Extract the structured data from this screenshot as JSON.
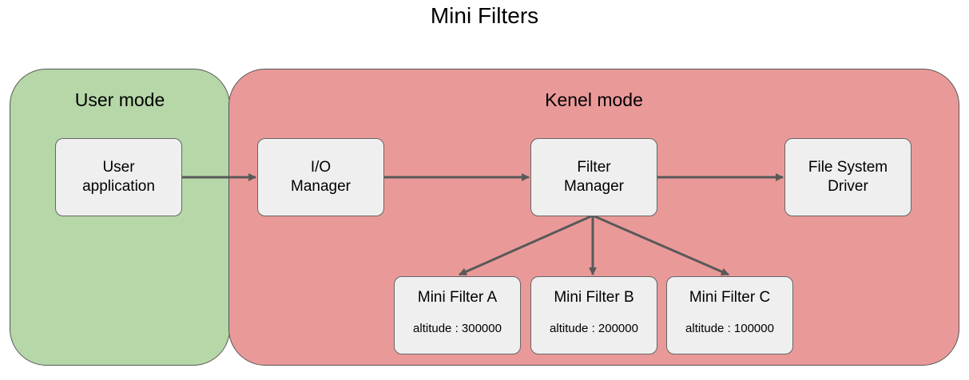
{
  "title": "Mini Filters",
  "zones": {
    "user": {
      "label": "User mode",
      "color": "#b6d7a8"
    },
    "kernel": {
      "label": "Kenel mode",
      "color": "#ea9999"
    }
  },
  "nodes": {
    "user_app": {
      "line1": "User",
      "line2": "application"
    },
    "io_manager": {
      "line1": "I/O",
      "line2": "Manager"
    },
    "filter_manager": {
      "line1": "Filter",
      "line2": "Manager"
    },
    "fs_driver": {
      "line1": "File System",
      "line2": "Driver"
    },
    "mini_a": {
      "name": "Mini Filter A",
      "altitude": "altitude : 300000"
    },
    "mini_b": {
      "name": "Mini Filter B",
      "altitude": "altitude : 200000"
    },
    "mini_c": {
      "name": "Mini Filter C",
      "altitude": "altitude : 100000"
    }
  },
  "edges": [
    {
      "from": "user_app",
      "to": "io_manager"
    },
    {
      "from": "io_manager",
      "to": "filter_manager"
    },
    {
      "from": "filter_manager",
      "to": "fs_driver"
    },
    {
      "from": "filter_manager",
      "to": "mini_a"
    },
    {
      "from": "filter_manager",
      "to": "mini_b"
    },
    {
      "from": "filter_manager",
      "to": "mini_c"
    }
  ],
  "colors": {
    "node_fill": "#efefef",
    "arrow": "#595959"
  }
}
